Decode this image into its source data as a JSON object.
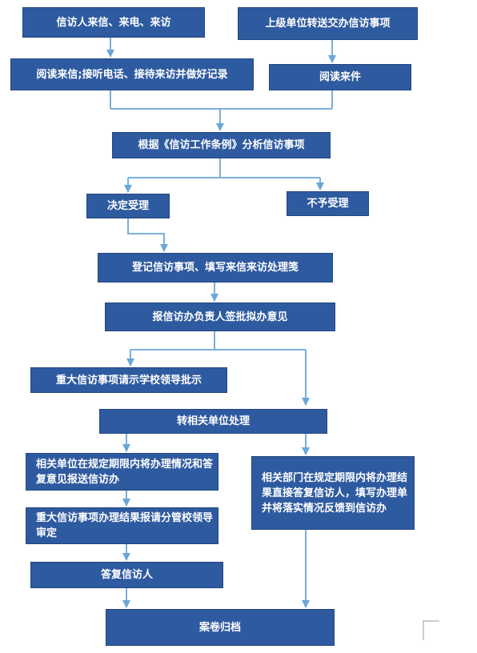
{
  "nodes": {
    "n1": "信访人来信、来电、来访",
    "n2": "上级单位转送交办信访事项",
    "n3": "阅读来信;接听电话、接待来访并做好记录",
    "n4": "阅读来件",
    "n5": "根据《信访工作条例》分析信访事项",
    "n6": "决定受理",
    "n7": "不予受理",
    "n8": "登记信访事项、填写来信来访处理笺",
    "n9": "报信访办负责人签批拟办意见",
    "n10": "重大信访事项请示学校领导批示",
    "n11": "转相关单位处理",
    "n12": "相关单位在规定期限内将办理情况和答复意见报送信访办",
    "n13": "重大信访事项办理结果报请分管校领导审定",
    "n14": "答复信访人",
    "n15": "相关部门在规定期限内将办理结果直接答复信访人，填写办理单并将落实情况反馈到信访办",
    "n16": "案卷归档"
  },
  "colors": {
    "box": "#2e5aa0",
    "arrow": "#6aa6d8",
    "text": "#ffffff"
  }
}
